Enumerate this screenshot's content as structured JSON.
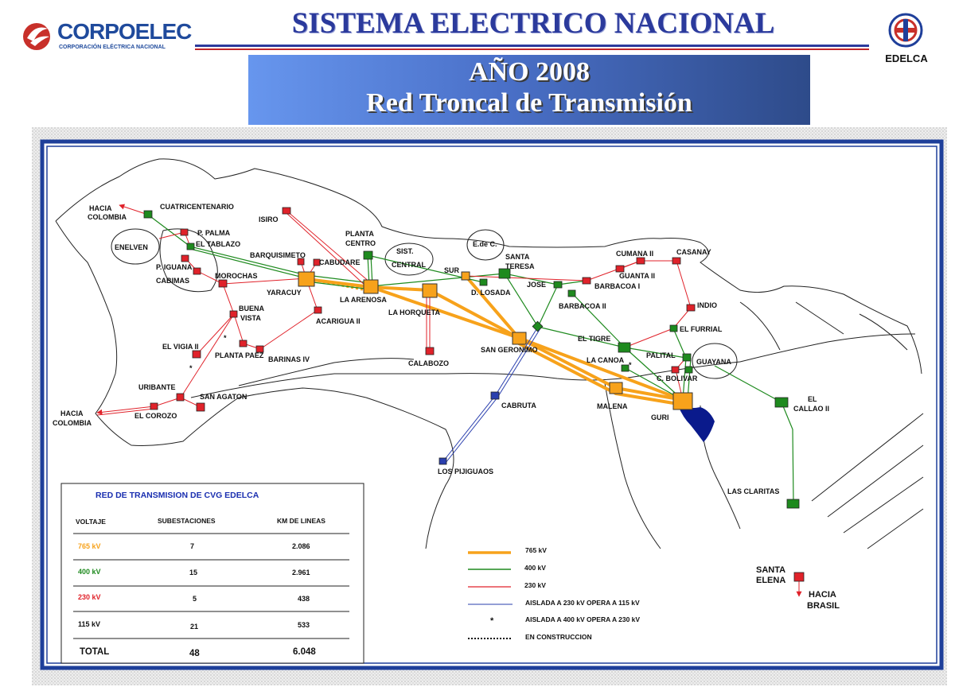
{
  "header": {
    "logo_left_name": "CORPOELEC",
    "logo_left_sub": "CORPORACIÓN ELÉCTRICA NACIONAL",
    "title": "SISTEMA ELECTRICO NACIONAL",
    "logo_right_name": "EDELCA",
    "banner_line1": "AÑO 2008",
    "banner_line2": "Red Troncal de Transmisión"
  },
  "colors": {
    "kv765": "#f7a21b",
    "kv400": "#1e8a1e",
    "kv230": "#e0222a",
    "kv115": "#2a3fae",
    "frame": "#1e3f9a",
    "lake": "#0a1a8c"
  },
  "map": {
    "labels": {
      "hacia_colombia_n": [
        "HACIA",
        "COLOMBIA"
      ],
      "cuatricentenario": "CUATRICENTENARIO",
      "isiro": "ISIRO",
      "p_palma": "P. PALMA",
      "el_tablazo": "EL TABLAZO",
      "enelven": "ENELVEN",
      "p_iguana": "P. IGUANA",
      "cabimas": "CABIMAS",
      "planta_centro": [
        "PLANTA",
        "CENTRO"
      ],
      "barquisimeto": "BARQUISIMETO",
      "cabudare": "CABUDARE",
      "morochas": "MOROCHAS",
      "yaracuy": "YARACUY",
      "la_arenosa": "LA ARENOSA",
      "sist_central": [
        "SIST.",
        "CENTRAL"
      ],
      "edec": "E.de C.",
      "santa_teresa": [
        "SANTA",
        "TERESA"
      ],
      "sur": "SUR",
      "d_losada": "D. LOSADA",
      "jose": "JOSE",
      "cumana_ii": "CUMANA II",
      "casanay": "CASANAY",
      "guanta_ii": "GUANTA II",
      "barbacoa_i": "BARBACOA I",
      "barbacoa_ii": "BARBACOA II",
      "indio": "INDIO",
      "el_furrial": "EL FURRIAL",
      "buena_vista": [
        "BUENA",
        "VISTA"
      ],
      "acarigua_ii": "ACARIGUA II",
      "la_horqueta": "LA HORQUETA",
      "el_vigia_ii": "EL VIGIA II",
      "planta_paez": "PLANTA PAEZ",
      "barinas_iv": "BARINAS IV",
      "calabozo": "CALABOZO",
      "san_geronimo": "SAN GERONIMO",
      "el_tigre": "EL TIGRE",
      "la_canoa": "LA CANOA",
      "palital": "PALITAL",
      "guayana": "GUAYANA",
      "c_bolivar": "C. BOLIVAR",
      "uribante": "URIBANTE",
      "san_agaton": "SAN AGATON",
      "hacia_colombia_s": [
        "HACIA",
        "COLOMBIA"
      ],
      "el_corozo": "EL COROZO",
      "cabruta": "CABRUTA",
      "malena": "MALENA",
      "guri": "GURI",
      "el_callao_ii": [
        "EL",
        "CALLAO II"
      ],
      "los_pijiguaos": "LOS PIJIGUAOS",
      "las_claritas": "LAS CLARITAS",
      "santa_elena": [
        "SANTA",
        "ELENA"
      ],
      "hacia_brasil": [
        "HACIA",
        "BRASIL"
      ],
      "asterisk": "*"
    }
  },
  "summary_table": {
    "title": "RED DE TRANSMISION DE CVG EDELCA",
    "headers": [
      "VOLTAJE",
      "SUBESTACIONES",
      "KM DE LINEAS"
    ],
    "rows": [
      {
        "voltage": "765 kV",
        "subs": "7",
        "km": "2.086",
        "color": "#f7a21b"
      },
      {
        "voltage": "400 kV",
        "subs": "15",
        "km": "2.961",
        "color": "#1e8a1e"
      },
      {
        "voltage": "230 kV",
        "subs": "5",
        "km": "438",
        "color": "#e0222a"
      },
      {
        "voltage": "115 kV",
        "subs": "21",
        "km": "533",
        "color": "#111111"
      }
    ],
    "total": {
      "label": "TOTAL",
      "subs": "48",
      "km": "6.048"
    }
  },
  "legend": [
    {
      "key": "765",
      "label": "765 kV"
    },
    {
      "key": "400",
      "label": "400 kV"
    },
    {
      "key": "230",
      "label": "230 kV"
    },
    {
      "key": "iso230",
      "label": "AISLADA  A 230 kV OPERA A 115 kV"
    },
    {
      "key": "iso400",
      "symbol": "*",
      "label": "AISLADA  A 400 kV OPERA A 230 kV"
    },
    {
      "key": "constr",
      "label": "EN CONSTRUCCION"
    }
  ]
}
